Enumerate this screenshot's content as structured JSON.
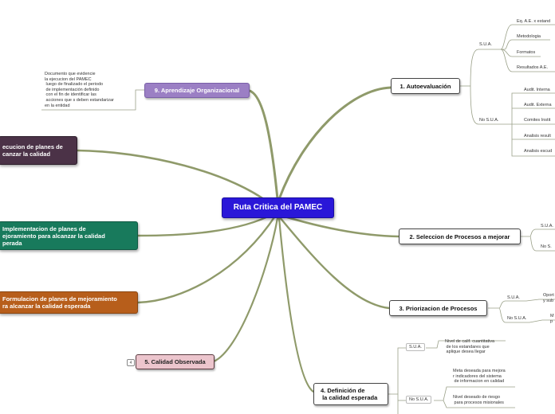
{
  "center": "Ruta Critica del PAMEC",
  "branches": {
    "b1": {
      "label": "1. Autoevaluación"
    },
    "b2": {
      "label": "2. Seleccion de Procesos a mejorar"
    },
    "b3": {
      "label": "3. Priorizacion de Procesos"
    },
    "b4": {
      "label": "4. Definición de\n la calidad esperada"
    },
    "b5": {
      "label": "5. Calidad Observada",
      "collapsed_count": "4"
    },
    "b6": {
      "label": "Formulacion de planes de mejoramiento\nra alcanzar la calidad esperada"
    },
    "b7": {
      "label": "Implementacion de planes de\nejoramiento para alcanzar la calidad\nperada"
    },
    "b8": {
      "label": "ecucion de planes de\ncanzar la calidad"
    },
    "b9": {
      "label": "9. Aprendizaje Organizacional"
    }
  },
  "b1_children": {
    "sua": "S.U.A.",
    "sua_items": [
      "Eq. A.E. x estand",
      "Metodologia",
      "Formatos",
      "Resultados A.E."
    ],
    "nosua": "No S.U.A.",
    "nosua_items": [
      "Audit. Interna",
      "Audit. Externa",
      "Comites Instit",
      "Analisis result",
      "Analisis escud"
    ]
  },
  "b2_children": {
    "sua": "S.U.A.",
    "nosua": "No S."
  },
  "b3_children": {
    "sua": "S.U.A.",
    "sua_text": "Oport\ny sub",
    "nosua": "No S.U.A.",
    "nosua_text": "M\np"
  },
  "b4_children": {
    "sua": "S.U.A.",
    "sua_text": "Nivel de calif. cuantitativa\n de los estandares que\n aplique desea llegar",
    "nosua": "No S.U.A.",
    "nosua_text1": "Meta deseada para mejora\nr indicadores del sistema\n de informacion en calidad",
    "nosua_text2": "Nivel deseado de riesgo\n para procesos misionales"
  },
  "b9_note": "Documento que evidencie\nla ejecucion del PAMEC\n luego de finalizado el periodo\n de implementación definido\n con el fin de identificar las\n acciones que s deben estandarizar\nen la entidad",
  "colors": {
    "center": "#2a17d8",
    "link": "#8f9a6a",
    "b9": "#9b7fc4",
    "b8": "#4b3247",
    "b7": "#187a5c",
    "b6": "#b75e1b",
    "b5": "#ecc5cd"
  }
}
